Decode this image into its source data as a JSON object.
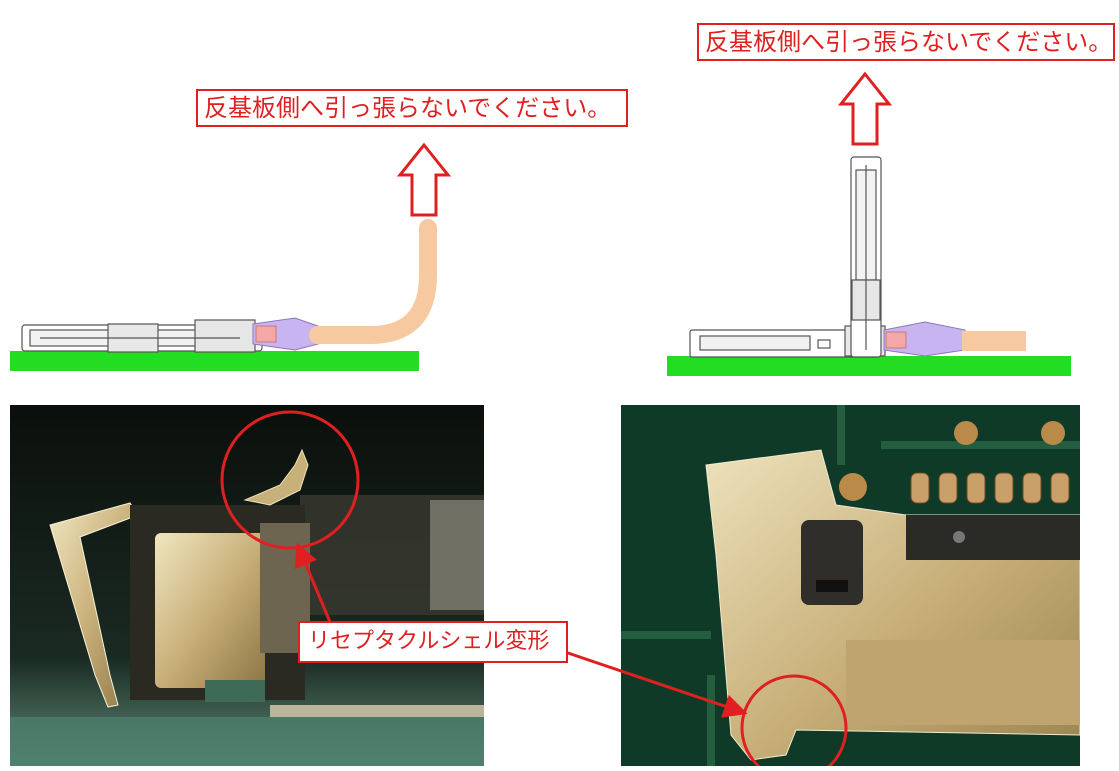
{
  "warnings": {
    "left_label": "反基板側へ引っ張らないでください。",
    "right_label": "反基板側へ引っ張らないでください。"
  },
  "callout": {
    "label": "リセプタクルシェル変形"
  },
  "colors": {
    "accent_red": "#e02020",
    "pcb_green": "#22dd22",
    "cable_tan": "#f7c9a0",
    "photo_dark": "#0b1410"
  },
  "icons": [
    "up-arrow-icon",
    "up-arrow-icon"
  ]
}
